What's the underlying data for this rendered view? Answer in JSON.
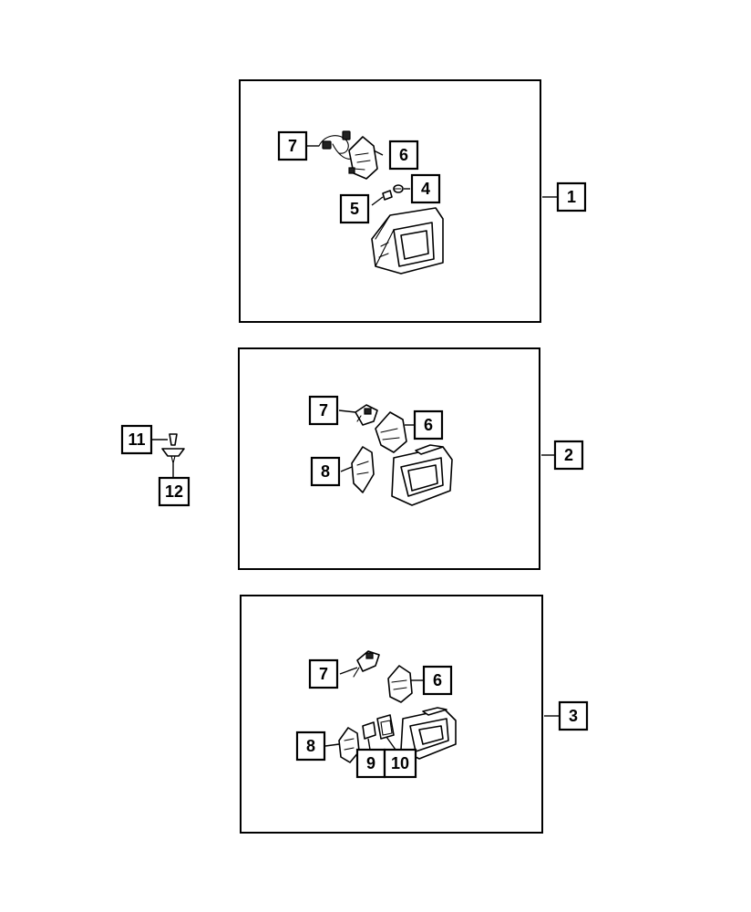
{
  "callouts": {
    "c1": "1",
    "c2": "2",
    "c3": "3",
    "a7": "7",
    "a6": "6",
    "a4": "4",
    "a5": "5",
    "b7": "7",
    "b6": "6",
    "b8": "8",
    "d7": "7",
    "d6": "6",
    "d8": "8",
    "d9": "9",
    "d10": "10",
    "c11": "11",
    "c12": "12"
  }
}
